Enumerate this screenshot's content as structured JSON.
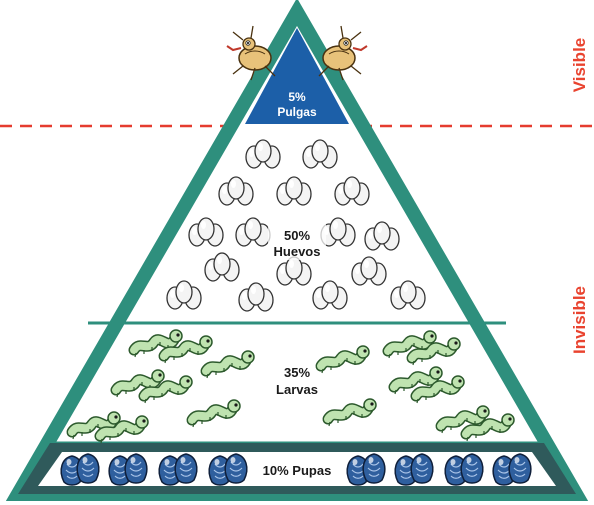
{
  "side_labels": {
    "visible": "Visible",
    "invisible": "Invisible"
  },
  "tiers": {
    "pulgas": {
      "percent": "5%",
      "name": "Pulgas"
    },
    "huevos": {
      "percent": "50%",
      "name": "Huevos"
    },
    "larvas": {
      "percent": "35%",
      "name": "Larvas"
    },
    "pupas": {
      "label": "10% Pupas"
    }
  },
  "colors": {
    "pyramid_outline": "#2e8f7d",
    "pupas_band": "#2f5a5b",
    "pulgas_fill": "#1c5fa8",
    "separator": "#e53c2f",
    "side_text": "#e9432f",
    "larva_fill": "#bfe3b0",
    "pupa_fill": "#2f5f9e"
  },
  "icons": {
    "pulgas": "flea-icon",
    "huevos": "egg-cluster-icon",
    "larvas": "larva-icon",
    "pupas": "pupa-icon"
  }
}
